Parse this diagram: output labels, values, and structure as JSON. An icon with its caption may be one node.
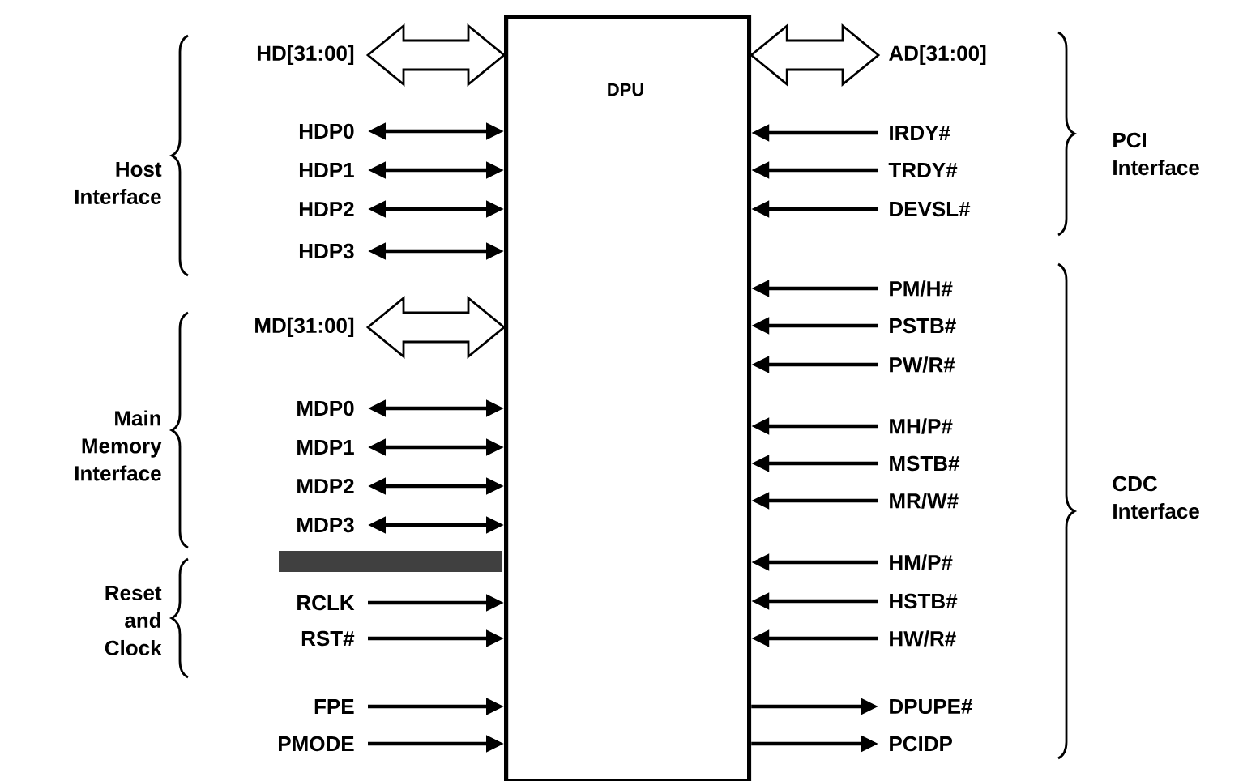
{
  "diagram": {
    "nodes": [
      {
        "text": [
          "DPU"
        ]
      },
      {
        "text": [
          "HD[31:00]"
        ]
      },
      {
        "text": [
          "HDP0"
        ]
      },
      {
        "text": [
          "HDP1"
        ]
      },
      {
        "text": [
          "HDP2"
        ]
      },
      {
        "text": [
          "HDP3"
        ]
      },
      {
        "text": [
          "MD[31:00]"
        ]
      },
      {
        "text": [
          "MDP0"
        ]
      },
      {
        "text": [
          "MDP1"
        ]
      },
      {
        "text": [
          "MDP2"
        ]
      },
      {
        "text": [
          "MDP3"
        ]
      },
      {
        "text": [
          "RCLK"
        ]
      },
      {
        "text": [
          "RST#"
        ]
      },
      {
        "text": [
          "FPE"
        ]
      },
      {
        "text": [
          "PMODE"
        ]
      },
      {
        "text": [
          "AD[31:00]"
        ]
      },
      {
        "text": [
          "IRDY#"
        ]
      },
      {
        "text": [
          "TRDY#"
        ]
      },
      {
        "text": [
          "DEVSL#"
        ]
      },
      {
        "text": [
          "PM/H#"
        ]
      },
      {
        "text": [
          "PSTB#"
        ]
      },
      {
        "text": [
          "PW/R#"
        ]
      },
      {
        "text": [
          "MH/P#"
        ]
      },
      {
        "text": [
          "MSTB#"
        ]
      },
      {
        "text": [
          "MR/W#"
        ]
      },
      {
        "text": [
          "HM/P#"
        ]
      },
      {
        "text": [
          "HSTB#"
        ]
      },
      {
        "text": [
          "HW/R#"
        ]
      },
      {
        "text": [
          "DPUPE#"
        ]
      },
      {
        "text": [
          "PCIDP"
        ]
      }
    ],
    "edges": [
      {
        "from": 1,
        "to": 0,
        "arrow": "both",
        "style": "thick"
      },
      {
        "from": 2,
        "to": 0,
        "arrow": "both"
      },
      {
        "from": 3,
        "to": 0,
        "arrow": "both"
      },
      {
        "from": 4,
        "to": 0,
        "arrow": "both"
      },
      {
        "from": 5,
        "to": 0,
        "arrow": "both"
      },
      {
        "from": 6,
        "to": 0,
        "arrow": "both",
        "style": "thick"
      },
      {
        "from": 7,
        "to": 0,
        "arrow": "both"
      },
      {
        "from": 8,
        "to": 0,
        "arrow": "both"
      },
      {
        "from": 9,
        "to": 0,
        "arrow": "both"
      },
      {
        "from": 10,
        "to": 0,
        "arrow": "both"
      },
      {
        "from": 11,
        "to": 0,
        "arrow": "to"
      },
      {
        "from": 12,
        "to": 0,
        "arrow": "to"
      },
      {
        "from": 13,
        "to": 0,
        "arrow": "to"
      },
      {
        "from": 14,
        "to": 0,
        "arrow": "to"
      },
      {
        "from": 15,
        "to": 0,
        "arrow": "both",
        "style": "thick"
      },
      {
        "from": 16,
        "to": 0,
        "arrow": "to"
      },
      {
        "from": 17,
        "to": 0,
        "arrow": "to"
      },
      {
        "from": 18,
        "to": 0,
        "arrow": "to"
      },
      {
        "from": 19,
        "to": 0,
        "arrow": "to"
      },
      {
        "from": 20,
        "to": 0,
        "arrow": "to"
      },
      {
        "from": 21,
        "to": 0,
        "arrow": "to"
      },
      {
        "from": 22,
        "to": 0,
        "arrow": "to"
      },
      {
        "from": 23,
        "to": 0,
        "arrow": "to"
      },
      {
        "from": 24,
        "to": 0,
        "arrow": "to"
      },
      {
        "from": 25,
        "to": 0,
        "arrow": "to"
      },
      {
        "from": 26,
        "to": 0,
        "arrow": "to"
      },
      {
        "from": 27,
        "to": 0,
        "arrow": "to"
      },
      {
        "from": 0,
        "to": 28,
        "arrow": "to"
      },
      {
        "from": 0,
        "to": 29,
        "arrow": "to"
      }
    ],
    "labels": [
      "Host Interface",
      "PCI Interface",
      "Main Memory Interface",
      "CDC Interface",
      "Reset and Clock"
    ]
  }
}
